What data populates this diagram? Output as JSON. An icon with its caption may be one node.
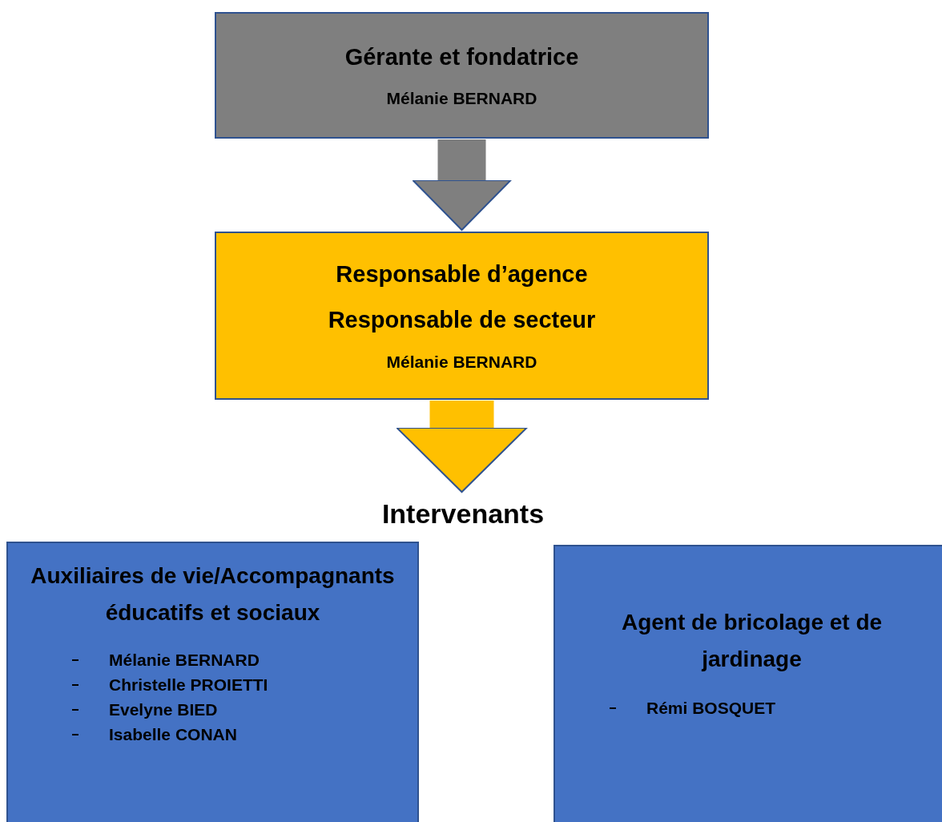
{
  "diagram": {
    "nodes": [
      {
        "text": [
          "Gérante et fondatrice",
          "Mélanie BERNARD"
        ]
      },
      {
        "text": [
          "Responsable d’agence",
          "Responsable de secteur",
          "Mélanie BERNARD"
        ]
      },
      {
        "text": [
          "Intervenants"
        ]
      },
      {
        "text": [
          "Auxiliaires de vie/Accompagnants éducatifs et sociaux",
          "Mélanie BERNARD",
          "Christelle PROIETTI",
          "Evelyne BIED",
          "Isabelle CONAN"
        ]
      },
      {
        "text": [
          "Agent de bricolage et de jardinage",
          "Rémi BOSQUET"
        ]
      }
    ],
    "edges": [
      {
        "from": 0,
        "to": 1,
        "arrow": "to",
        "color": "#7f7f7f"
      },
      {
        "from": 1,
        "to": 2,
        "arrow": "to",
        "color": "#ffc000"
      }
    ]
  }
}
